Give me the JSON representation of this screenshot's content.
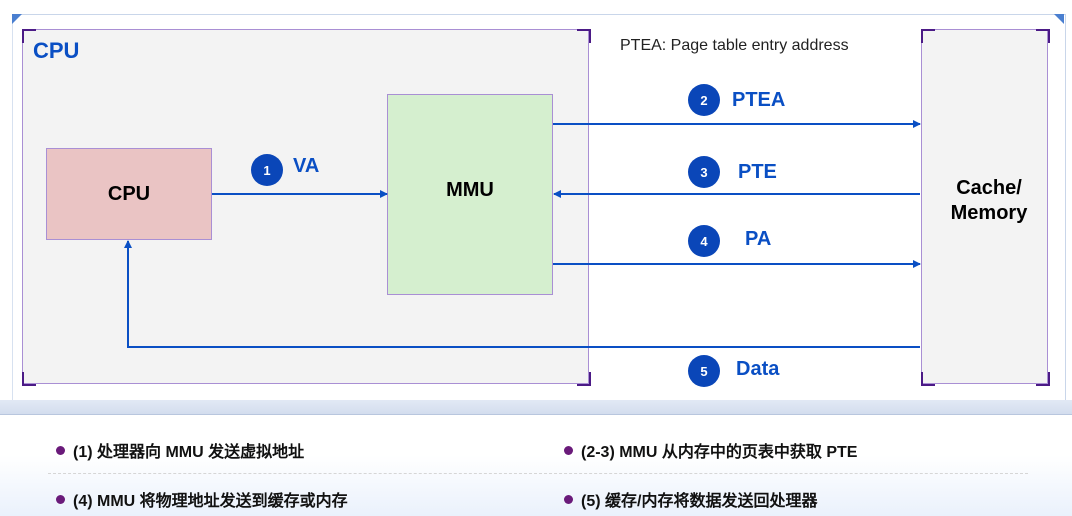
{
  "diagram": {
    "cpu_region_label": "CPU",
    "note": "PTEA: Page table entry address",
    "cpu_box": "CPU",
    "mmu_box": "MMU",
    "memory_box_line1": "Cache/",
    "memory_box_line2": "Memory",
    "steps": [
      {
        "num": "1",
        "label": "VA"
      },
      {
        "num": "2",
        "label": "PTEA"
      },
      {
        "num": "3",
        "label": "PTE"
      },
      {
        "num": "4",
        "label": "PA"
      },
      {
        "num": "5",
        "label": "Data"
      }
    ],
    "colors": {
      "accent_blue": "#0a4fc4",
      "step_badge": "#0a46b8",
      "cpu_fill": "#eac4c4",
      "mmu_fill": "#d5efcf",
      "region_fill": "#f3f3f3",
      "border_purple": "#a98fd4",
      "bullet_purple": "#6a1a7a"
    }
  },
  "notes": [
    "(1) 处理器向 MMU 发送虚拟地址",
    "(2-3) MMU 从内存中的页表中获取 PTE",
    "(4) MMU 将物理地址发送到缓存或内存",
    "(5) 缓存/内存将数据发送回处理器"
  ]
}
